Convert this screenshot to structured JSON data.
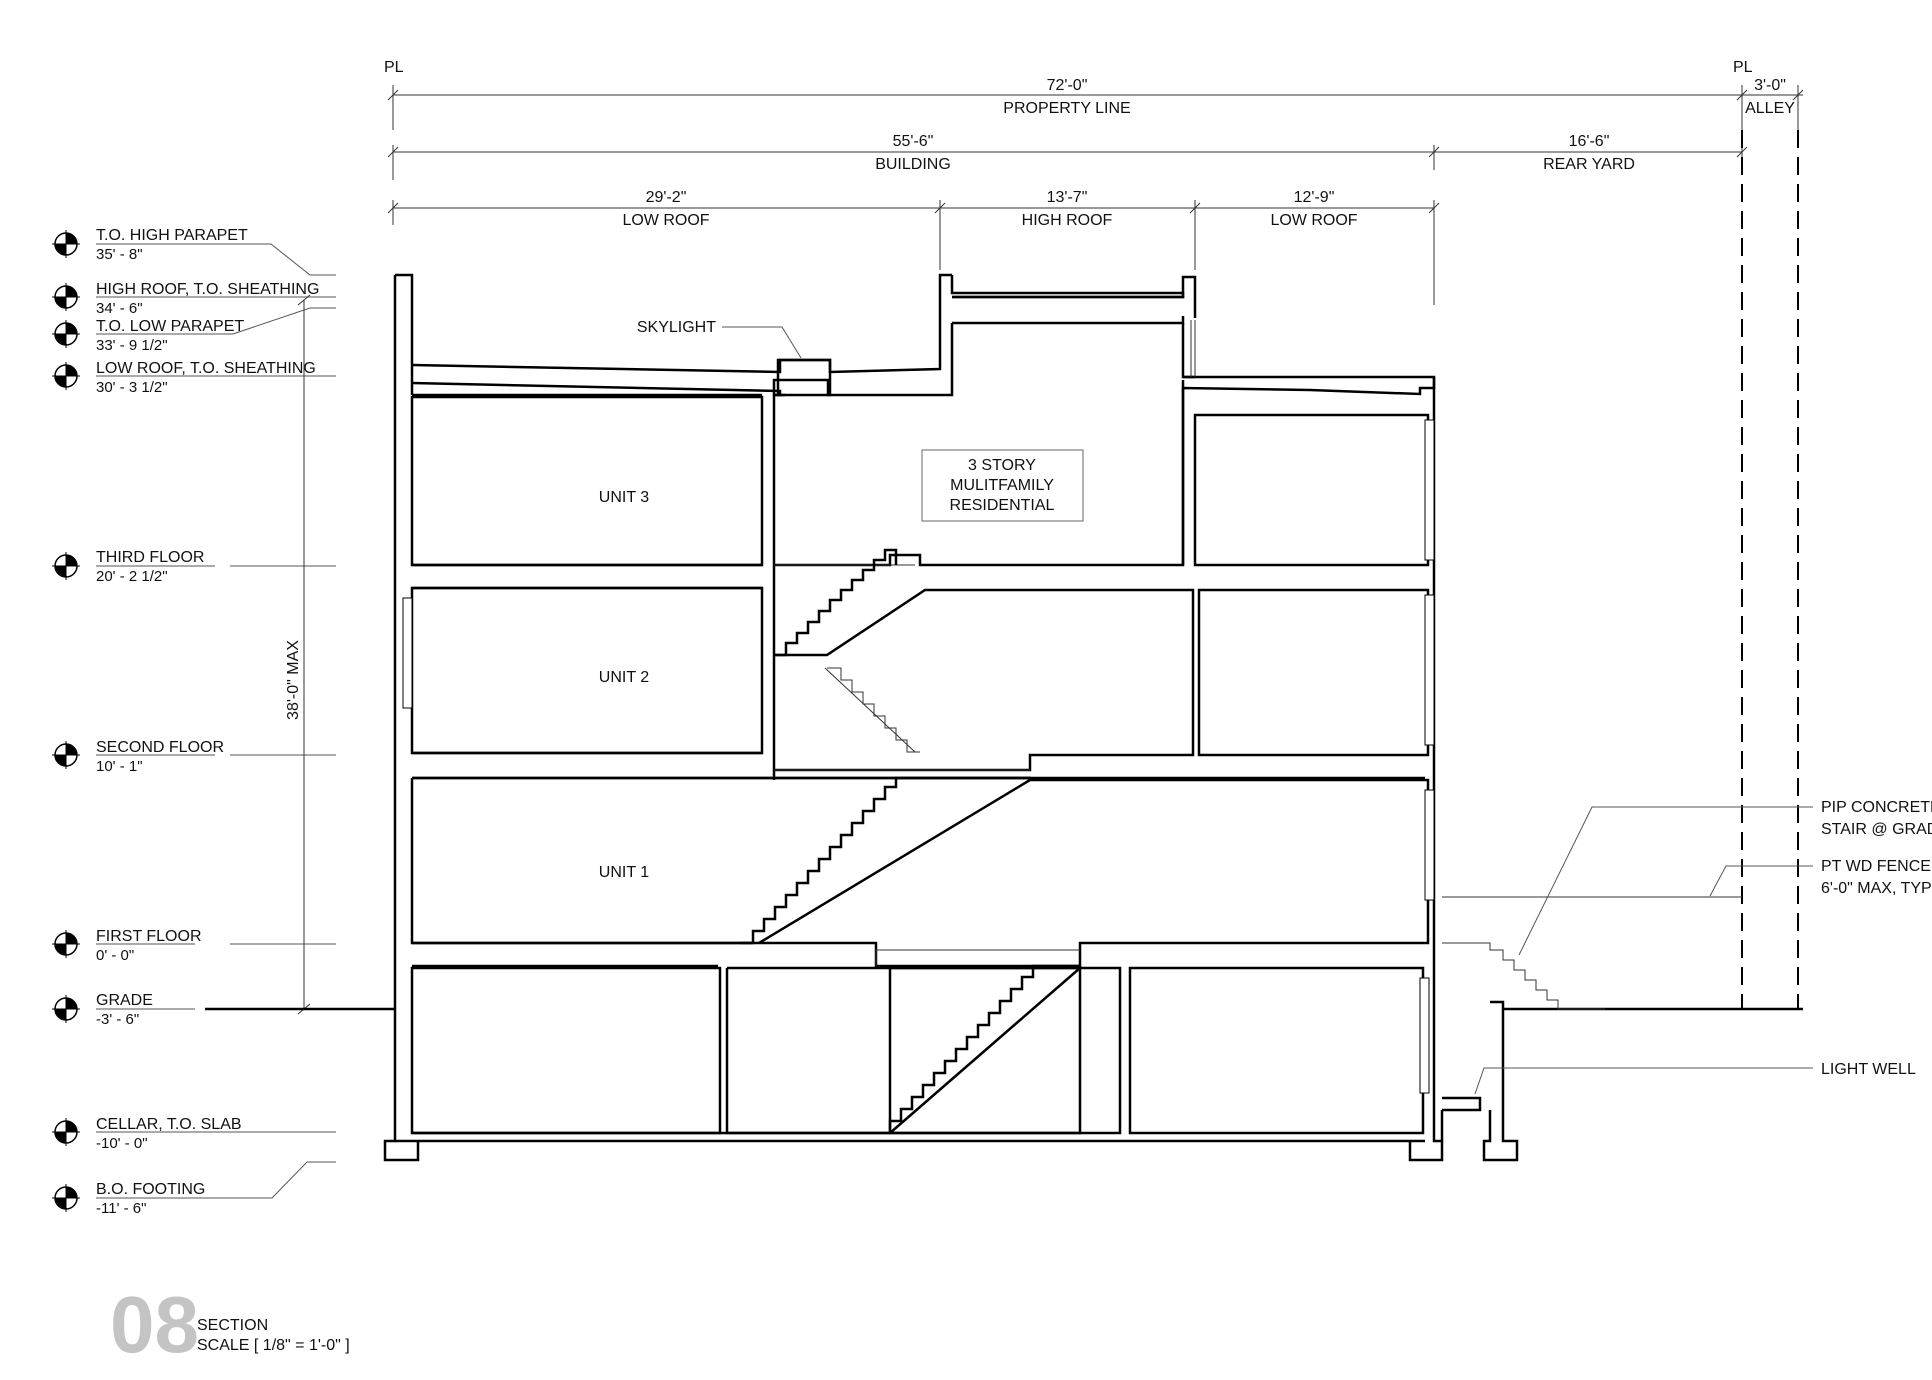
{
  "property_lines": {
    "left": "PL",
    "right": "PL"
  },
  "dimensions": {
    "overall": {
      "value": "72'-0\"",
      "label": "PROPERTY LINE"
    },
    "alley": {
      "value": "3'-0\"",
      "label": "ALLEY"
    },
    "building": {
      "value": "55'-6\"",
      "label": "BUILDING"
    },
    "rear_yard": {
      "value": "16'-6\"",
      "label": "REAR YARD"
    },
    "low_roof_front": {
      "value": "29'-2\"",
      "label": "LOW ROOF"
    },
    "high_roof": {
      "value": "13'-7\"",
      "label": "HIGH ROOF"
    },
    "low_roof_rear": {
      "value": "12'-9\"",
      "label": "LOW ROOF"
    },
    "height_max": "38'-0\" MAX"
  },
  "levels": [
    {
      "name": "T.O. HIGH PARAPET",
      "elevation": "35' - 8\""
    },
    {
      "name": "HIGH ROOF, T.O. SHEATHING",
      "elevation": "34' - 6\""
    },
    {
      "name": "T.O. LOW PARAPET",
      "elevation": "33' - 9 1/2\""
    },
    {
      "name": "LOW ROOF, T.O. SHEATHING",
      "elevation": "30' - 3 1/2\""
    },
    {
      "name": "THIRD FLOOR",
      "elevation": "20' - 2 1/2\""
    },
    {
      "name": "SECOND FLOOR",
      "elevation": "10' - 1\""
    },
    {
      "name": "FIRST FLOOR",
      "elevation": "0' - 0\""
    },
    {
      "name": "GRADE",
      "elevation": "-3' - 6\""
    },
    {
      "name": "CELLAR, T.O. SLAB",
      "elevation": "-10' - 0\""
    },
    {
      "name": "B.O. FOOTING",
      "elevation": "-11' - 6\""
    }
  ],
  "rooms": {
    "unit3": "UNIT 3",
    "unit2": "UNIT 2",
    "unit1": "UNIT 1"
  },
  "building_type": [
    "3 STORY",
    "MULITFAMILY",
    "RESIDENTIAL"
  ],
  "callouts": {
    "skylight": "SKYLIGHT",
    "stair": [
      "PIP CONCRETE",
      "STAIR @ GRADE"
    ],
    "fence": [
      "PT WD FENCE,",
      "6'-0\" MAX, TYP"
    ],
    "light_well": "LIGHT WELL"
  },
  "title_block": {
    "number": "08",
    "title": "SECTION",
    "scale": "SCALE [ 1/8\" = 1'-0\" ]"
  }
}
